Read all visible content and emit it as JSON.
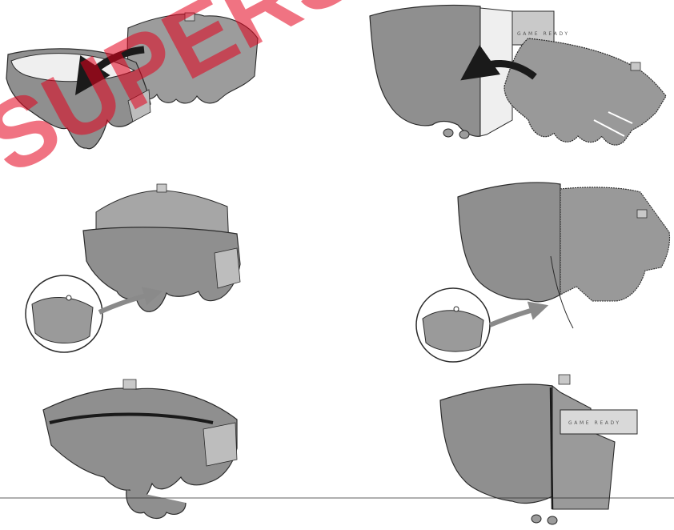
{
  "watermark": {
    "text": "SUPERSEDED",
    "color": "#e3001b"
  },
  "brand_label": {
    "text": "GAME READY"
  },
  "colors": {
    "wrap_fill": "#8f8f8f",
    "wrap_light": "#a3a3a3",
    "wrap_dark": "#7b7b7b",
    "outline": "#2b2b2b",
    "liner": "#efefef",
    "arrow_black": "#1a1a1a",
    "arrow_gray": "#8a8a8a",
    "background": "#ffffff"
  },
  "steps": [
    {
      "name": "step-1",
      "arrow": "black-curved-arrow"
    },
    {
      "name": "step-2",
      "arrow": "black-curved-arrow"
    },
    {
      "name": "step-3",
      "arrow": "gray-arrow",
      "detail": "magnified-inset"
    },
    {
      "name": "step-4",
      "arrow": "gray-arrow",
      "detail": "magnified-inset"
    },
    {
      "name": "step-5",
      "arrow": "none"
    },
    {
      "name": "step-6",
      "arrow": "none"
    }
  ]
}
